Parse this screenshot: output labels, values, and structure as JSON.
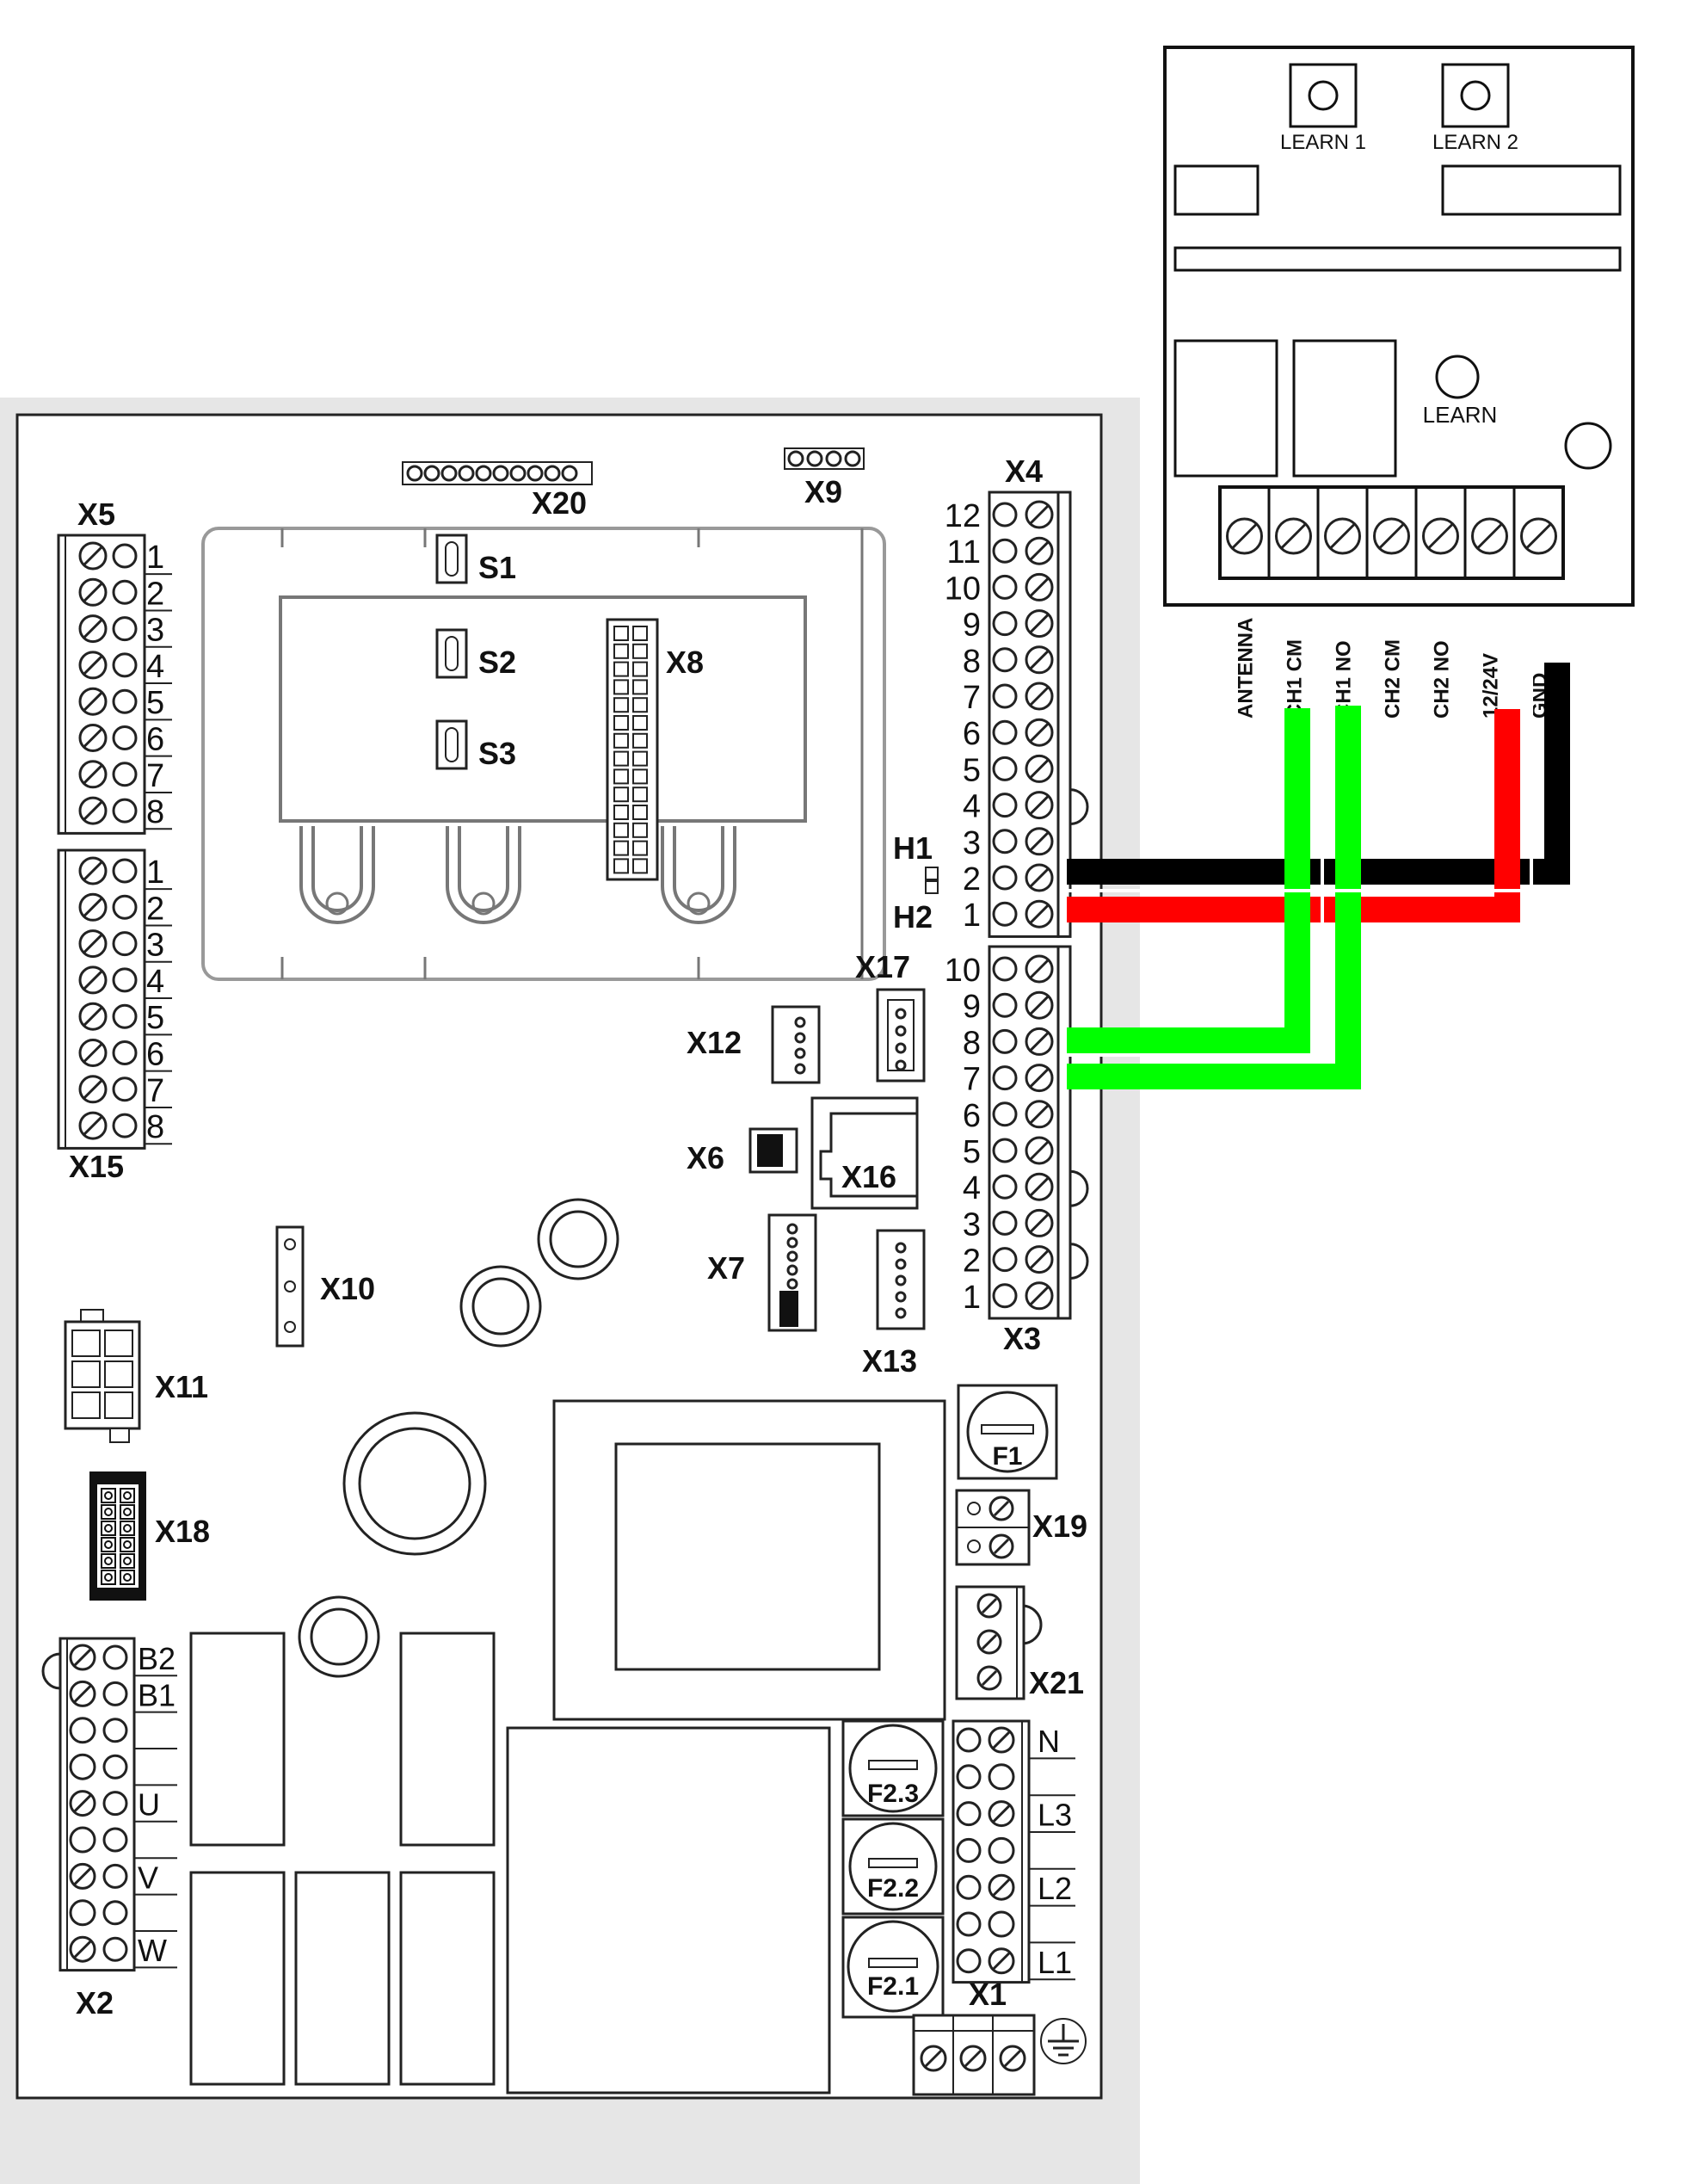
{
  "colors": {
    "board_bg": "#e6e6e6",
    "wire_black": "#000000",
    "wire_red": "#ff0000",
    "wire_green": "#00ff00"
  },
  "receiver": {
    "learn1": "LEARN 1",
    "learn2": "LEARN 2",
    "learn": "LEARN",
    "terminal_count": 7,
    "terminals": [
      "ANTENNA",
      "CH1 CM",
      "CH1 NO",
      "CH2 CM",
      "CH2 NO",
      "12/24V",
      "GND"
    ]
  },
  "board": {
    "x20": "X20",
    "x9": "X9",
    "x4": "X4",
    "x5": "X5",
    "x15": "X15",
    "s1": "S1",
    "s2": "S2",
    "s3": "S3",
    "x8": "X8",
    "h1": "H1",
    "h2": "H2",
    "x17": "X17",
    "x12": "X12",
    "x6": "X6",
    "x16": "X16",
    "x7": "X7",
    "x13": "X13",
    "x3": "X3",
    "x10": "X10",
    "x11": "X11",
    "x18": "X18",
    "f1": "F1",
    "x19": "X19",
    "x21": "X21",
    "x2": "X2",
    "x1": "X1",
    "f23": "F2.3",
    "f22": "F2.2",
    "f21": "F2.1",
    "x4_pins": [
      "12",
      "11",
      "10",
      "9",
      "8",
      "7",
      "6",
      "5",
      "4",
      "3",
      "2",
      "1"
    ],
    "x3_pins": [
      "10",
      "9",
      "8",
      "7",
      "6",
      "5",
      "4",
      "3",
      "2",
      "1"
    ],
    "x5_pins": [
      "1",
      "2",
      "3",
      "4",
      "5",
      "6",
      "7",
      "8"
    ],
    "x15_pins": [
      "1",
      "2",
      "3",
      "4",
      "5",
      "6",
      "7",
      "8"
    ],
    "x2_pins": [
      "B2",
      "B1",
      "",
      "",
      "U",
      "",
      "V",
      "",
      "W"
    ],
    "x1_pins": [
      "N",
      "",
      "L3",
      "",
      "L2",
      "",
      "L1"
    ]
  }
}
